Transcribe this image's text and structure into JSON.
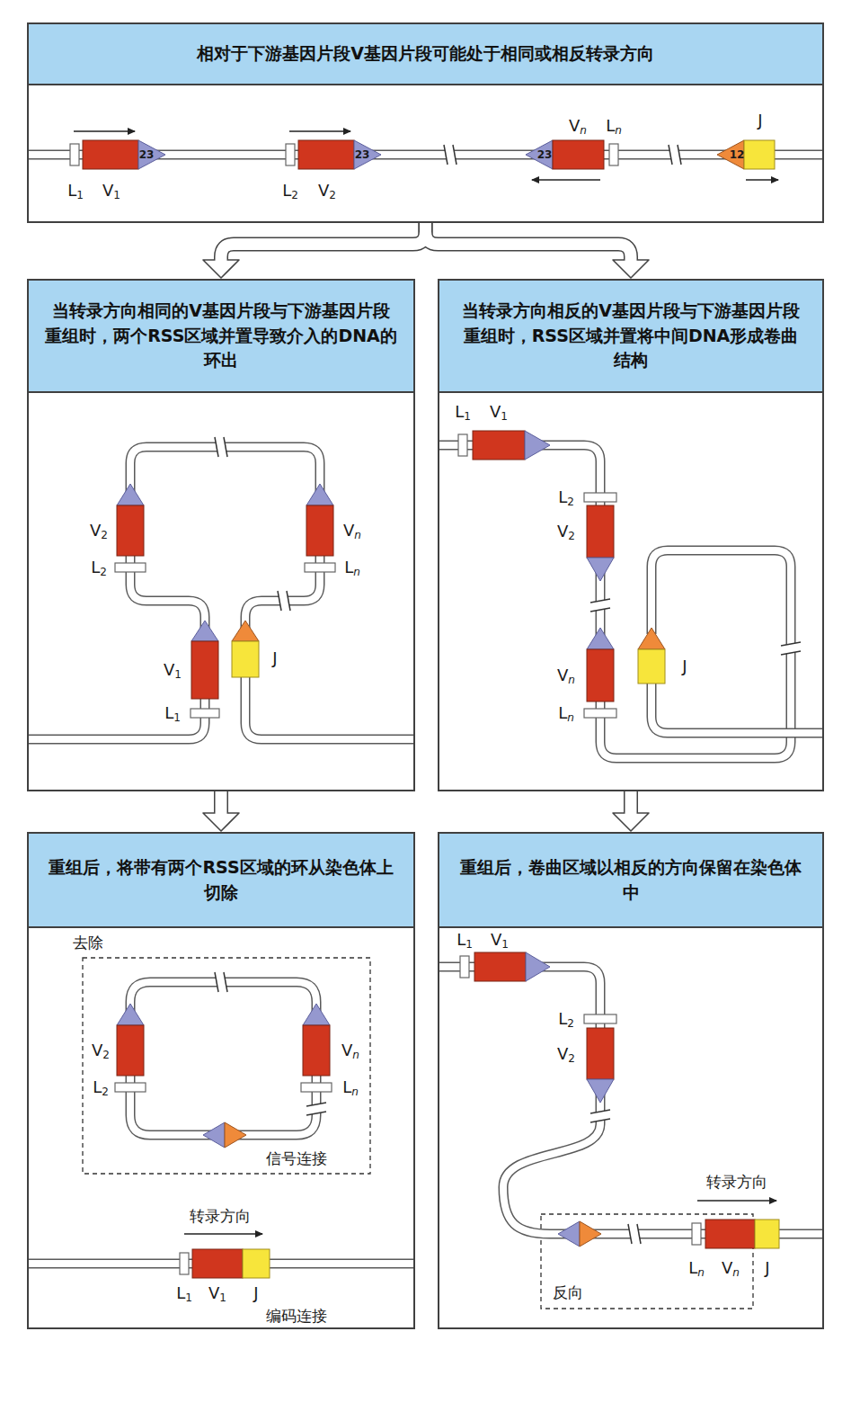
{
  "diagram": {
    "nodes": [
      {
        "text": [
          "相对于下游基因片段V基因片段可能处于相同或相反转录方向"
        ]
      },
      {
        "text": [
          "当转录方向相同的V基因片段与下游基因片段重组时，两个RSS区域并置导致介入的DNA的环出"
        ]
      },
      {
        "text": [
          "当转录方向相反的V基因片段与下游基因片段重组时，RSS区域并置将中间DNA形成卷曲结构"
        ]
      },
      {
        "text": [
          "重组后，将带有两个RSS区域的环从染色体上切除"
        ]
      },
      {
        "text": [
          "重组后，卷曲区域以相反的方向保留在染色体中"
        ]
      }
    ],
    "edges": [
      {
        "from": 0,
        "to": 1,
        "arrow": "to"
      },
      {
        "from": 0,
        "to": 2,
        "arrow": "to"
      },
      {
        "from": 1,
        "to": 3,
        "arrow": "to"
      },
      {
        "from": 2,
        "to": 4,
        "arrow": "to"
      }
    ],
    "labels": [
      "L1",
      "V1",
      "23",
      "L2",
      "V2",
      "23",
      "Vn",
      "Ln",
      "23",
      "J",
      "12",
      "V2",
      "L2",
      "Vn",
      "Ln",
      "V1",
      "J",
      "L1",
      "L1",
      "V1",
      "L2",
      "V2",
      "Vn",
      "J",
      "Ln",
      "去除",
      "V2",
      "L2",
      "Vn",
      "Ln",
      "信号连接",
      "转录方向",
      "L1",
      "V1",
      "J",
      "编码连接",
      "L1",
      "V1",
      "L2",
      "V2",
      "转录方向",
      "反向",
      "Ln",
      "Vn",
      "J"
    ]
  }
}
